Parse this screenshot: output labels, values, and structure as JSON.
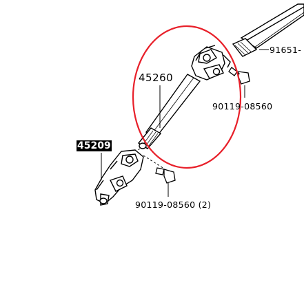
{
  "labels": {
    "shaft_main": "45260",
    "joint_lower": "45209",
    "bolt_upper": "90119-08560",
    "bolt_lower": "90119-08560 (2)",
    "column_partial": "91651-"
  },
  "colors": {
    "highlight_circle": "#e8202a",
    "line": "#000000",
    "label_highlight_bg": "#000000",
    "label_highlight_fg": "#ffffff"
  }
}
